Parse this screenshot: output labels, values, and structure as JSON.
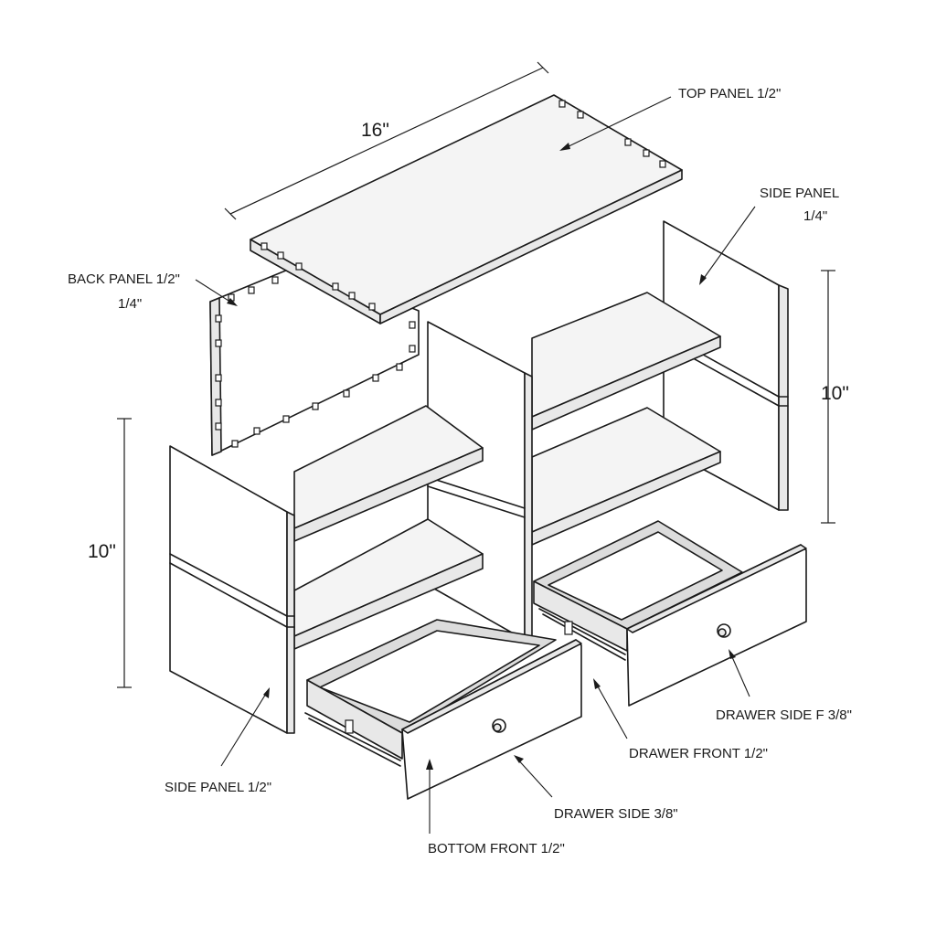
{
  "labels": {
    "top_panel": "TOP PANEL 1/2\"",
    "side_panel_right_line1": "SIDE PANEL",
    "side_panel_right_line2": "1/4\"",
    "back_panel_line1": "BACK PANEL 1/2\"",
    "back_panel_line2": "1/4\"",
    "side_panel_left": "SIDE PANEL 1/2\"",
    "drawer_side_right": "DRAWER SIDE F 3/8\"",
    "drawer_front": "DRAWER FRONT 1/2\"",
    "drawer_side": "DRAWER SIDE 3/8\"",
    "bottom_front": "BOTTOM FRONT 1/2\""
  },
  "dimensions": {
    "width": "16\"",
    "height_left": "10\"",
    "height_right": "10\""
  }
}
